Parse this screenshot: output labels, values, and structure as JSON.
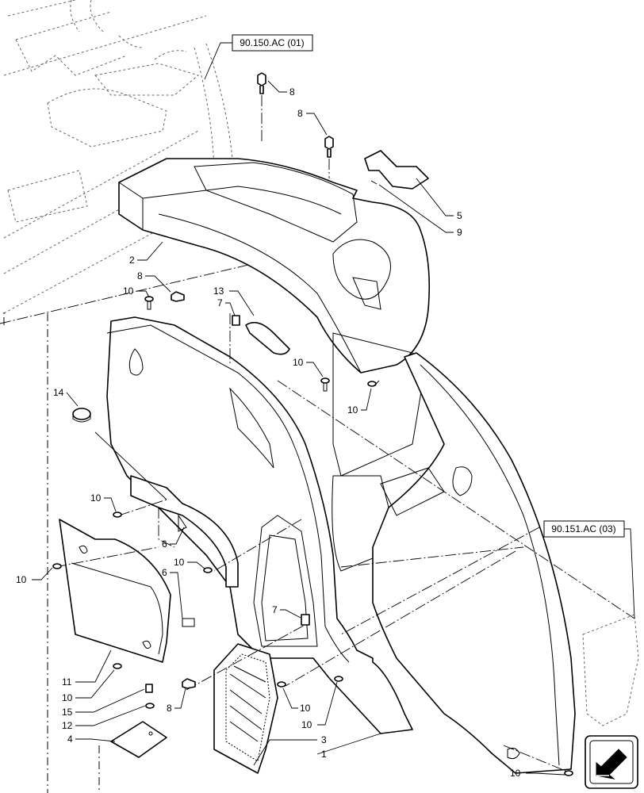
{
  "refs": {
    "ref1": "90.150.AC (01)",
    "ref2": "90.151.AC (03)"
  },
  "callouts": {
    "c8a": "8",
    "c8b": "8",
    "c8c": "8",
    "c8d": "8",
    "c5": "5",
    "c9": "9",
    "c2": "2",
    "c10a": "10",
    "c10b": "10",
    "c10c": "10",
    "c10d": "10",
    "c10e": "10",
    "c10f": "10",
    "c10g": "10",
    "c10h": "10",
    "c10i": "10",
    "c10j": "10",
    "c13": "13",
    "c7a": "7",
    "c7b": "7",
    "c14": "14",
    "c6a": "6",
    "c6b": "6",
    "c11": "11",
    "c15": "15",
    "c12": "12",
    "c4": "4",
    "c3": "3",
    "c1": "1"
  },
  "icons": {
    "nav_icon": "next-page-arrow-icon"
  }
}
